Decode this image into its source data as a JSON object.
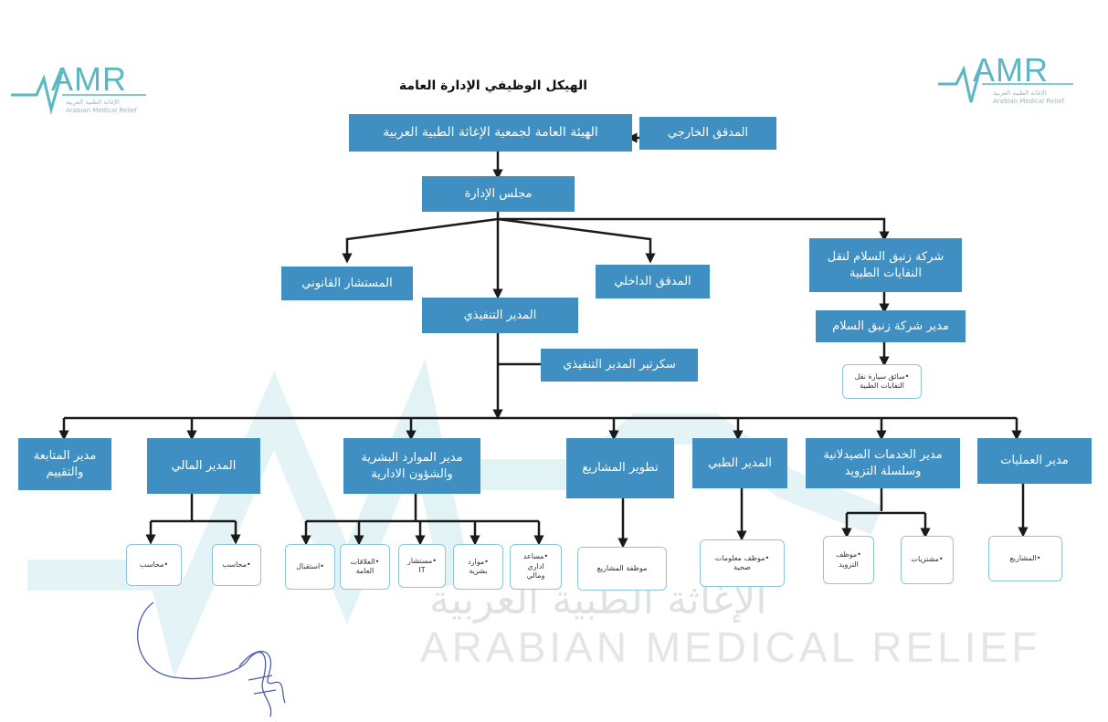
{
  "chart_title": "الهيكل الوظيفي الإدارة العامة",
  "logo": {
    "word": "AMR",
    "subtitle_ar": "الإغاثة الطبية العربية",
    "subtitle_en": "Arabian Medical Relief"
  },
  "watermark": {
    "arabic": "الإغاثة الطبية العربية",
    "english": "ARABIAN MEDICAL RELIEF"
  },
  "colors": {
    "box": "#3f8fc2",
    "connector": "#1a1a1a",
    "leaf_border": "#8ec6d9",
    "logo": "#5ab7c3"
  },
  "nodes": {
    "general_body": "الهيئة العامة لجمعية الإغاثة الطبية العربية",
    "external_auditor": "المدقق الخارجي",
    "board": "مجلس الإدارة",
    "legal_advisor": "المستشار القانوني",
    "internal_auditor": "المدقق الداخلي",
    "company": "شركة زنبق السلام لنقل\nالنفايات الطبية",
    "company_manager": "مدير شركة زنبق السلام",
    "driver": "•سائق سيارة نقل\nالنفايات الطبية",
    "ceo": "المدير التنفيذي",
    "ceo_secretary": "سكرتير المدير التنفيذي",
    "monitoring_manager": "مدير المتابعة\nوالتقييم",
    "finance_manager": "المدير المالي",
    "hr_manager": "مدير الموارد البشرية\nوالشؤون الادارية",
    "projects_dev": "تطوير المشاريع",
    "medical_director": "المدير الطبي",
    "pharmacy_manager": "مدير الخدمات الصيدلانية\nوسلسلة التزويد",
    "operations_manager": "مدير العمليات"
  },
  "leaves": {
    "accountant_1": "•محاسب",
    "accountant_2": "•محاسب",
    "reception": "•استقبال",
    "public_relations": "•العلاقات\nالعامة",
    "it_consultant": "•مستشار\nIT",
    "hr_officer": "•موارد\nبشرية",
    "admin_assistant": "•مساعد\nاداري\nومالي",
    "projects_officer": "موظفة المشاريع",
    "health_info": "•موظف معلومات\nصحية",
    "supply_officer": "•موظف\nالتزويد",
    "purchasing": "•مشتريات",
    "projects": "•المشاريع"
  },
  "signature": "handwritten"
}
